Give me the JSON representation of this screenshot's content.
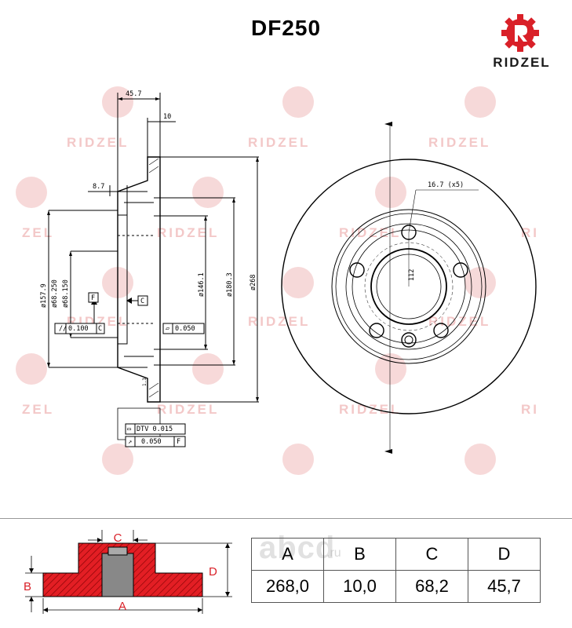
{
  "title": "DF250",
  "brand": {
    "name": "RIDZEL",
    "color": "#d92028"
  },
  "watermark": {
    "text": "RIDZEL",
    "partial": "ZEL",
    "partial_left": "RI",
    "site": "abcd",
    "domain": ".ru"
  },
  "dimensions": {
    "d45_7": "45.7",
    "d10": "10",
    "d8_7": "8.7",
    "d157_9": "ø157.9",
    "d68_250": "ø68.250",
    "d68_150": "ø68.150",
    "d146_1": "ø146.1",
    "d180_3": "ø180.3",
    "d268": "ø268",
    "datum_f": "F",
    "datum_c": "C",
    "tol_left": "0.100",
    "tol_left_ref": "C",
    "tol_right": "0.050",
    "dtv": "DTV 0.015",
    "runout": "0.050",
    "runout_ref": "F",
    "bolt_holes": "16.7 (x5)",
    "pcd": "112",
    "small_a": "1.3"
  },
  "schematic_labels": {
    "a": "A",
    "b": "B",
    "c": "C",
    "d": "D"
  },
  "spec_table": {
    "headers": [
      "A",
      "B",
      "C",
      "D"
    ],
    "values": [
      "268,0",
      "10,0",
      "68,2",
      "45,7"
    ]
  }
}
